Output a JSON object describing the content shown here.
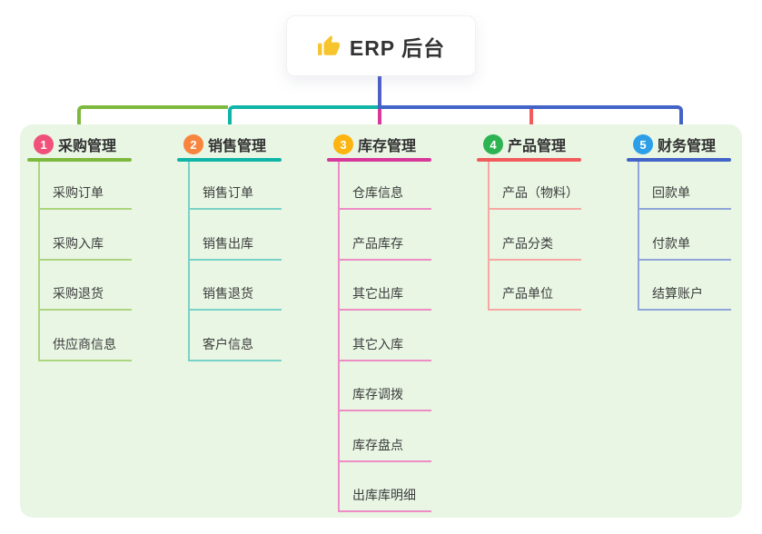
{
  "root": {
    "title": "ERP 后台",
    "icon": "thumbs-up-icon"
  },
  "branches": [
    {
      "number": "1",
      "title": "采购管理",
      "line_color": "#7db93e",
      "child_line_color": "#abd57f",
      "badge_color": "#f1507a",
      "children": [
        "采购订单",
        "采购入库",
        "采购退货",
        "供应商信息"
      ]
    },
    {
      "number": "2",
      "title": "销售管理",
      "line_color": "#10b5a7",
      "child_line_color": "#79d2c7",
      "badge_color": "#f7853e",
      "children": [
        "销售订单",
        "销售出库",
        "销售退货",
        "客户信息"
      ]
    },
    {
      "number": "3",
      "title": "库存管理",
      "line_color": "#d8389a",
      "child_line_color": "#ee8cc6",
      "badge_color": "#fcb410",
      "children": [
        "仓库信息",
        "产品库存",
        "其它出库",
        "其它入库",
        "库存调拨",
        "库存盘点",
        "出库库明细"
      ]
    },
    {
      "number": "4",
      "title": "产品管理",
      "line_color": "#f15b5c",
      "child_line_color": "#f7a8a2",
      "badge_color": "#2eb353",
      "children": [
        "产品（物料）",
        "产品分类",
        "产品单位"
      ]
    },
    {
      "number": "5",
      "title": "财务管理",
      "line_color": "#4263c7",
      "child_line_color": "#90a5d9",
      "badge_color": "#2d9fe8",
      "children": [
        "回款单",
        "付款单",
        "结算账户"
      ]
    }
  ],
  "colors": {
    "trunk_line": "#505fc8",
    "panel_background": "#e9f6e4",
    "root_background": "#ffffff",
    "text": "#3c3c3c"
  }
}
